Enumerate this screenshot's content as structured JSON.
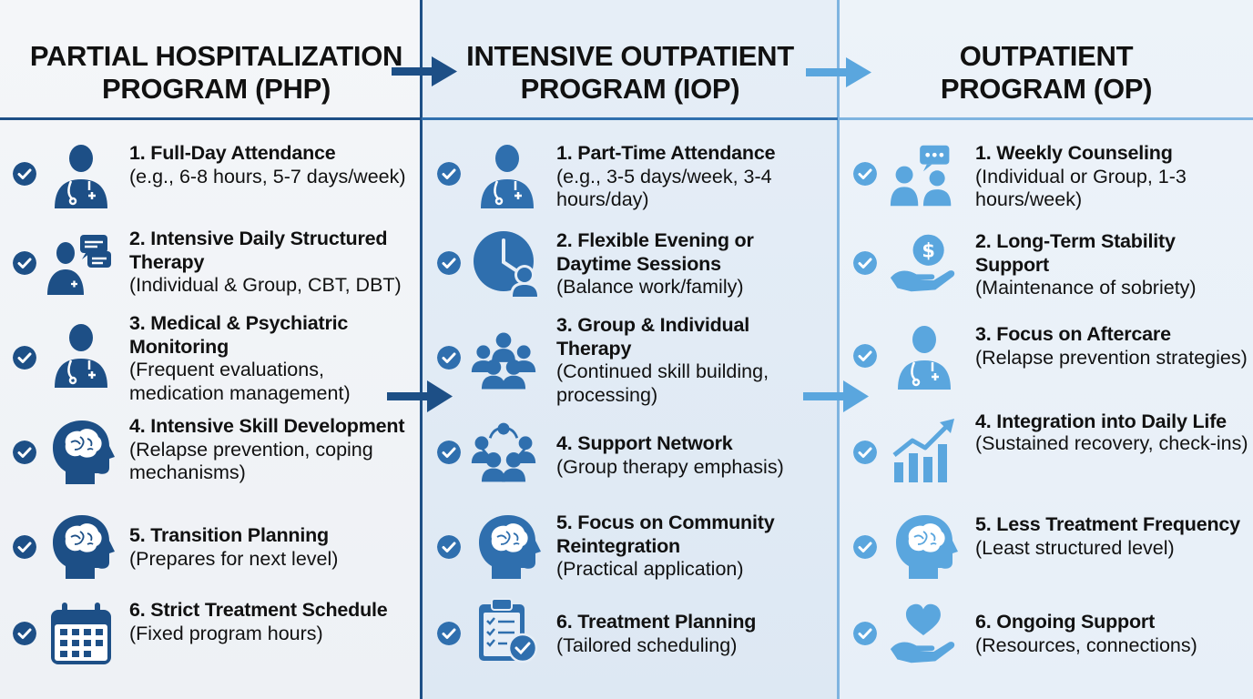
{
  "colors": {
    "dark": "#1d4f86",
    "mid": "#2f6fae",
    "light": "#5aa6de"
  },
  "columns": [
    {
      "title_line1": "PARTIAL HOSPITALIZATION",
      "title_line2": "PROGRAM (PHP)",
      "items": [
        {
          "title": "1. Full-Day Attendance",
          "desc": "(e.g., 6-8 hours, 5-7 days/week)",
          "icon": "doctor-icon"
        },
        {
          "title": "2. Intensive Daily Structured Therapy",
          "desc": "(Individual & Group, CBT, DBT)",
          "icon": "doctor-chat-icon"
        },
        {
          "title": "3. Medical & Psychiatric Monitoring",
          "desc": "(Frequent evaluations, medication management)",
          "icon": "doctor-icon"
        },
        {
          "title": "4. Intensive Skill Development",
          "desc": "(Relapse prevention, coping mechanisms)",
          "icon": "brain-head-icon"
        },
        {
          "title": "5. Transition Planning",
          "desc": "(Prepares for next level)",
          "icon": "brain-head-icon"
        },
        {
          "title": "6. Strict Treatment Schedule",
          "desc": "(Fixed program hours)",
          "icon": "calendar-icon"
        }
      ]
    },
    {
      "title_line1": "INTENSIVE OUTPATIENT",
      "title_line2": "PROGRAM (IOP)",
      "items": [
        {
          "title": "1. Part-Time Attendance",
          "desc": "(e.g., 3-5 days/week, 3-4 hours/day)",
          "icon": "doctor-icon"
        },
        {
          "title": "2. Flexible Evening or Daytime Sessions",
          "desc": "(Balance work/family)",
          "icon": "clock-person-icon"
        },
        {
          "title": "3. Group & Individual Therapy",
          "desc": "(Continued skill building, processing)",
          "icon": "group-icon"
        },
        {
          "title": "4. Support Network",
          "desc": "(Group therapy emphasis)",
          "icon": "network-icon"
        },
        {
          "title": "5. Focus on Community Reintegration",
          "desc": "(Practical application)",
          "icon": "brain-head-icon"
        },
        {
          "title": "6. Treatment Planning",
          "desc": "(Tailored scheduling)",
          "icon": "clipboard-check-icon"
        }
      ]
    },
    {
      "title_line1": "OUTPATIENT",
      "title_line2": "PROGRAM (OP)",
      "items": [
        {
          "title": "1. Weekly Counseling",
          "desc": "(Individual or Group, 1-3 hours/week)",
          "icon": "counseling-icon"
        },
        {
          "title": "2. Long-Term Stability Support",
          "desc": "(Maintenance of sobriety)",
          "icon": "hand-coin-icon"
        },
        {
          "title": "3. Focus on Aftercare",
          "desc": "(Relapse prevention strategies)",
          "icon": "doctor-icon"
        },
        {
          "title": "4. Integration into Daily Life",
          "desc": "(Sustained recovery, check-ins)",
          "icon": "growth-chart-icon"
        },
        {
          "title": "5. Less Treatment Frequency",
          "desc": "(Least structured level)",
          "icon": "brain-head-icon"
        },
        {
          "title": "6. Ongoing Support",
          "desc": "(Resources, connections)",
          "icon": "hand-heart-icon"
        }
      ]
    }
  ]
}
